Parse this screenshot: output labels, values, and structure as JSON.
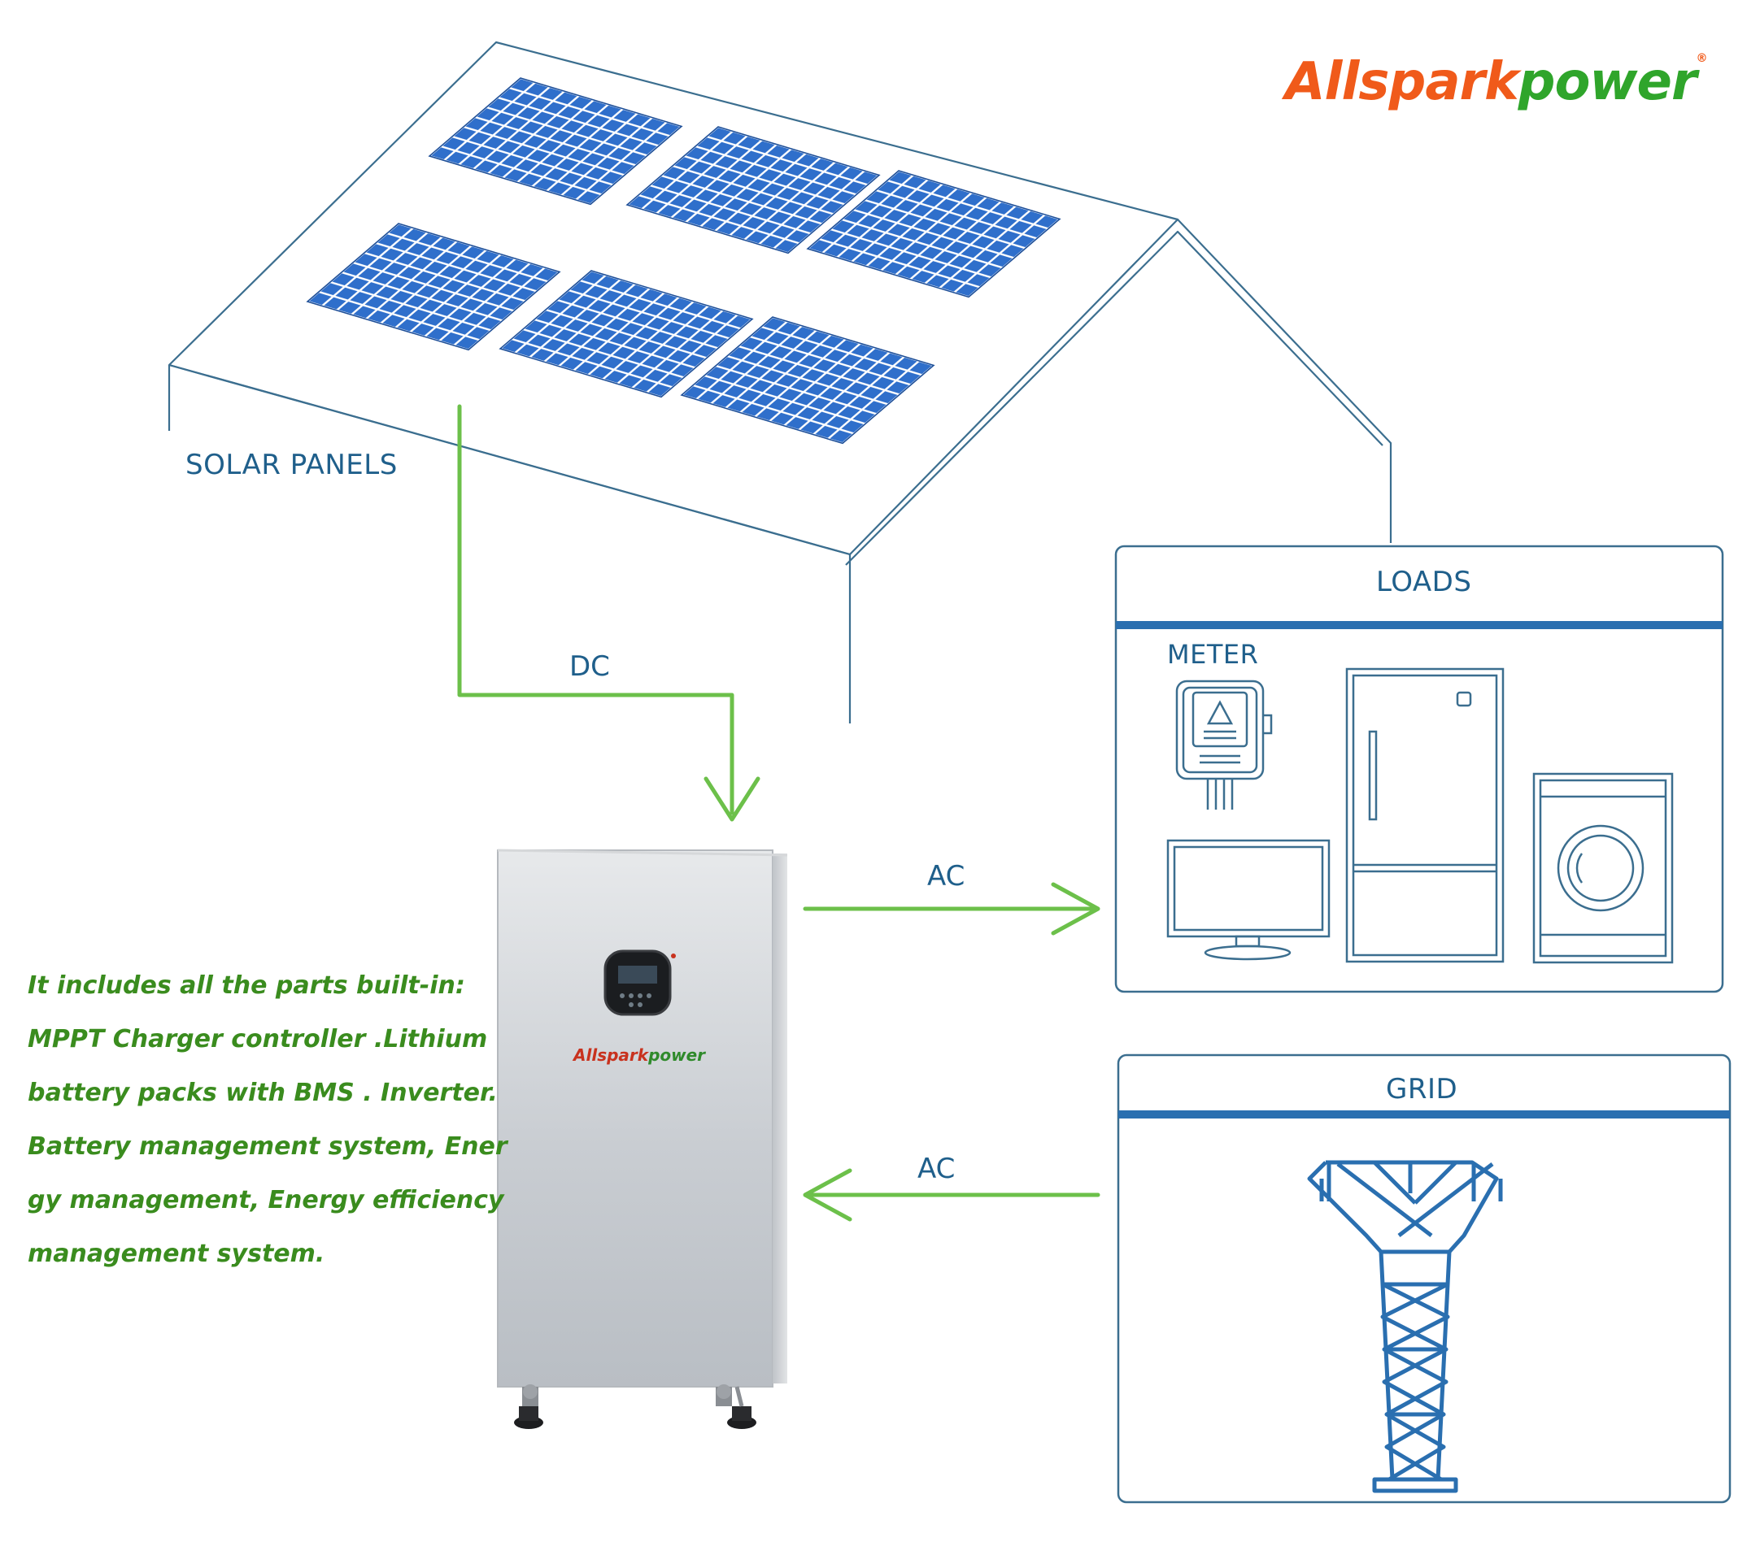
{
  "brand": {
    "name_part1": "Allspark",
    "name_part2": "power",
    "reg": "®"
  },
  "labels": {
    "solar_panels": "SOLAR PANELS",
    "dc": "DC",
    "ac_out": "AC",
    "ac_in": "AC",
    "loads": "LOADS",
    "meter": "METER",
    "grid": "GRID"
  },
  "unit_brand": {
    "part1": "Allspark",
    "part2": "power"
  },
  "description": [
    "It includes all the parts built-in:",
    " MPPT Charger controller .Lithium",
    "battery packs with BMS . Inverter.",
    "Battery management system, Ener",
    "gy management, Energy efficiency",
    " management system."
  ],
  "colors": {
    "line_blue": "#2a6fb0",
    "outline": "#3b6e8f",
    "arrow_green": "#6cc04a",
    "panel_blue": "#2f6fcb",
    "text_green": "#3a8c1e",
    "brand_orange": "#f05a1a",
    "brand_green": "#2fa52b"
  }
}
